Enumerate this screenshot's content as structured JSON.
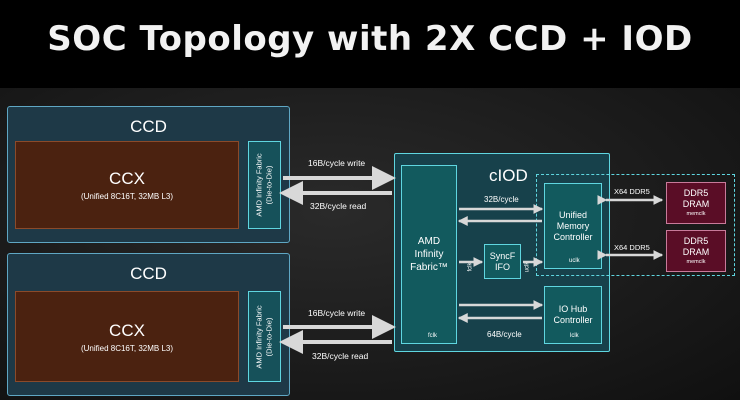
{
  "title": "SOC Topology with 2X CCD + IOD",
  "ccd_top": {
    "label": "CCD",
    "ccx_title": "CCX",
    "ccx_subtitle": "(Unified 8C16T, 32MB L3)",
    "fabric_line1": "AMD Infinity Fabric",
    "fabric_line2": "(Die-to-Die)"
  },
  "ccd_bottom": {
    "label": "CCD",
    "ccx_title": "CCX",
    "ccx_subtitle": "(Unified 8C16T, 32MB L3)",
    "fabric_line1": "AMD Infinity Fabric",
    "fabric_line2": "(Die-to-Die)"
  },
  "links_top": {
    "write": "16B/cycle write",
    "read": "32B/cycle read"
  },
  "links_bottom": {
    "write": "16B/cycle write",
    "read": "32B/cycle read"
  },
  "iod": {
    "label": "cIOD",
    "fabric_line1": "AMD",
    "fabric_line2": "Infinity",
    "fabric_line3": "Fabric™",
    "fabric_clock": "fclk",
    "syncfifo_line1": "SyncF",
    "syncfifo_line2": "IFO",
    "fclk_side": "fclk",
    "uclk_side": "uclk",
    "umc_line1": "Unified",
    "umc_line2": "Memory",
    "umc_line3": "Controller",
    "umc_clock": "uclk",
    "iohub_line1": "IO Hub",
    "iohub_line2": "Controller",
    "iohub_clock": "lclk",
    "umc_link": "32B/cycle",
    "iohub_link": "64B/cycle"
  },
  "memory": {
    "channel_label_1": "X64 DDR5",
    "channel_label_2": "X64 DDR5",
    "dram1_line1": "DDR5",
    "dram1_line2": "DRAM",
    "dram1_clock": "memclk",
    "dram2_line1": "DDR5",
    "dram2_line2": "DRAM",
    "dram2_clock": "memclk"
  }
}
